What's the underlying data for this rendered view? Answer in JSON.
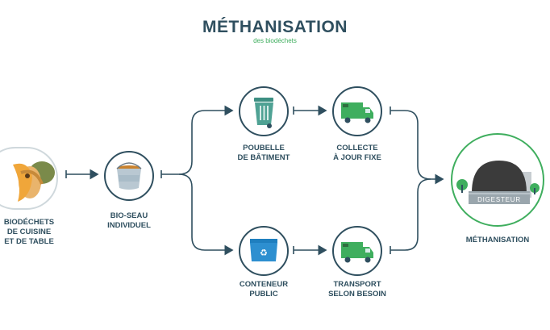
{
  "header": {
    "title": "MÉTHANISATION",
    "subtitle": "des biodéchets"
  },
  "nodes": {
    "biodechets": {
      "line1": "BIODÉCHETS",
      "line2": "DE CUISINE",
      "line3": "ET DE TABLE"
    },
    "bioseau": {
      "line1": "BIO-SEAU",
      "line2": "INDIVIDUEL"
    },
    "poubelle": {
      "line1": "POUBELLE",
      "line2": "DE BÂTIMENT"
    },
    "collecte": {
      "line1": "COLLECTE",
      "line2": "À JOUR FIXE"
    },
    "conteneur": {
      "line1": "CONTENEUR",
      "line2": "PUBLIC"
    },
    "transport": {
      "line1": "TRANSPORT",
      "line2": "SELON BESOIN"
    },
    "methanisation": {
      "line1": "MÉTHANISATION",
      "digester_label": "DIGESTEUR"
    }
  },
  "colors": {
    "dark": "#2f4f5f",
    "green": "#3fae5e",
    "blue": "#2d8fd0",
    "ring": "#cfd8dc"
  }
}
